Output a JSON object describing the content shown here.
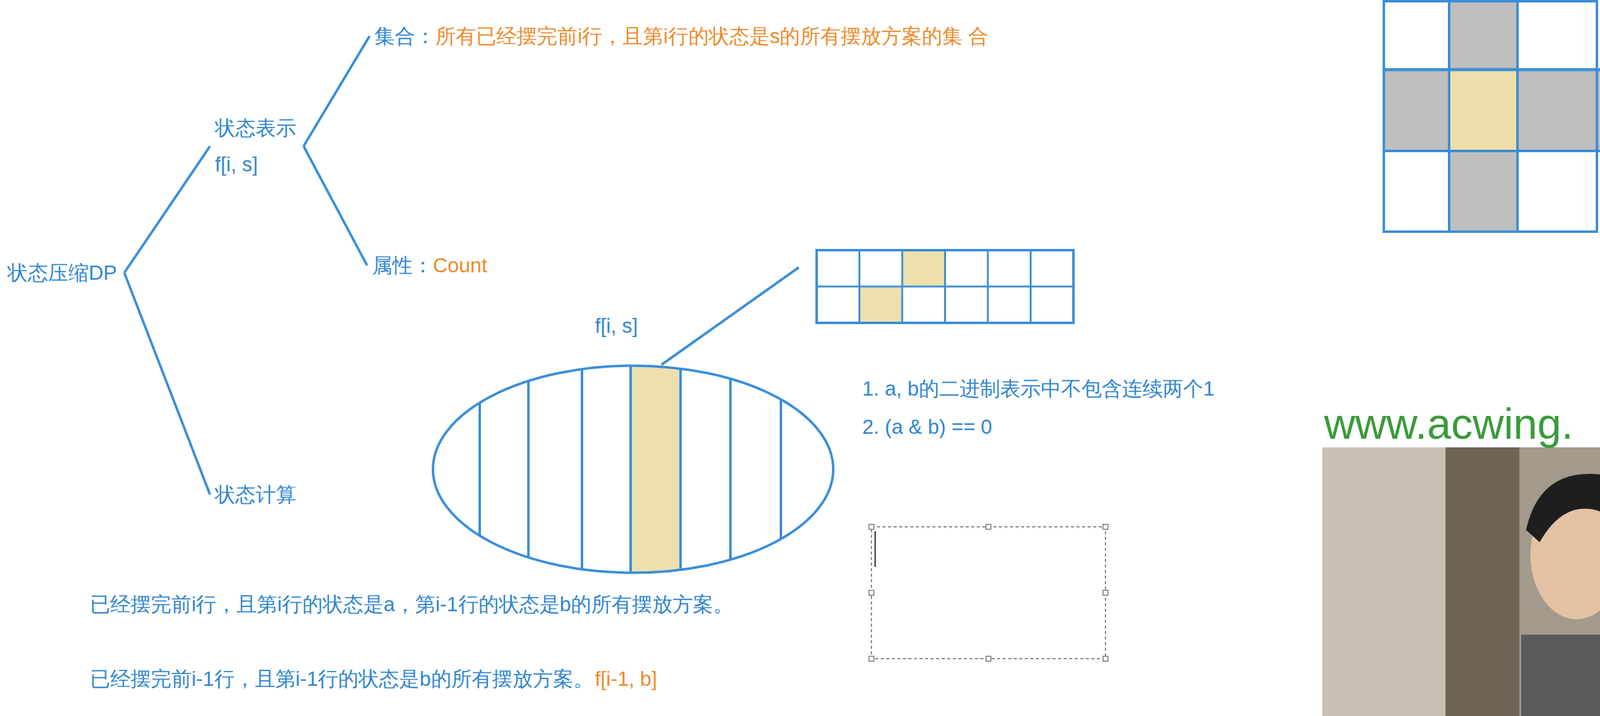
{
  "diagram": {
    "nodes": [
      {
        "text": [
          "状态压缩DP"
        ]
      },
      {
        "text": [
          "状态表示",
          "f[i, s]"
        ]
      },
      {
        "text": [
          "集合：",
          "所有已经摆完前i行，且第i行的状态是s的所有摆放方案的集 合"
        ]
      },
      {
        "text": [
          "属性：",
          "Count"
        ]
      },
      {
        "text": [
          "状态计算"
        ]
      },
      {
        "text": [
          "f[i, s]"
        ]
      }
    ],
    "edges": [
      {
        "from": 0,
        "to": 1,
        "arrow": "none"
      },
      {
        "from": 1,
        "to": 2,
        "arrow": "none"
      },
      {
        "from": 1,
        "to": 3,
        "arrow": "none"
      },
      {
        "from": 0,
        "to": 4,
        "arrow": "none"
      }
    ],
    "labels": [
      "1. a, b的二进制表示中不包含连续两个1",
      "2. (a & b) == 0",
      "已经摆完前i行，且第i行的状态是a，第i-1行的状态是b的所有摆放方案。",
      "已经摆完前i-1行，且第i-1行的状态是b的所有摆放方案。",
      "f[i-1, b]",
      "www.acwing."
    ]
  }
}
